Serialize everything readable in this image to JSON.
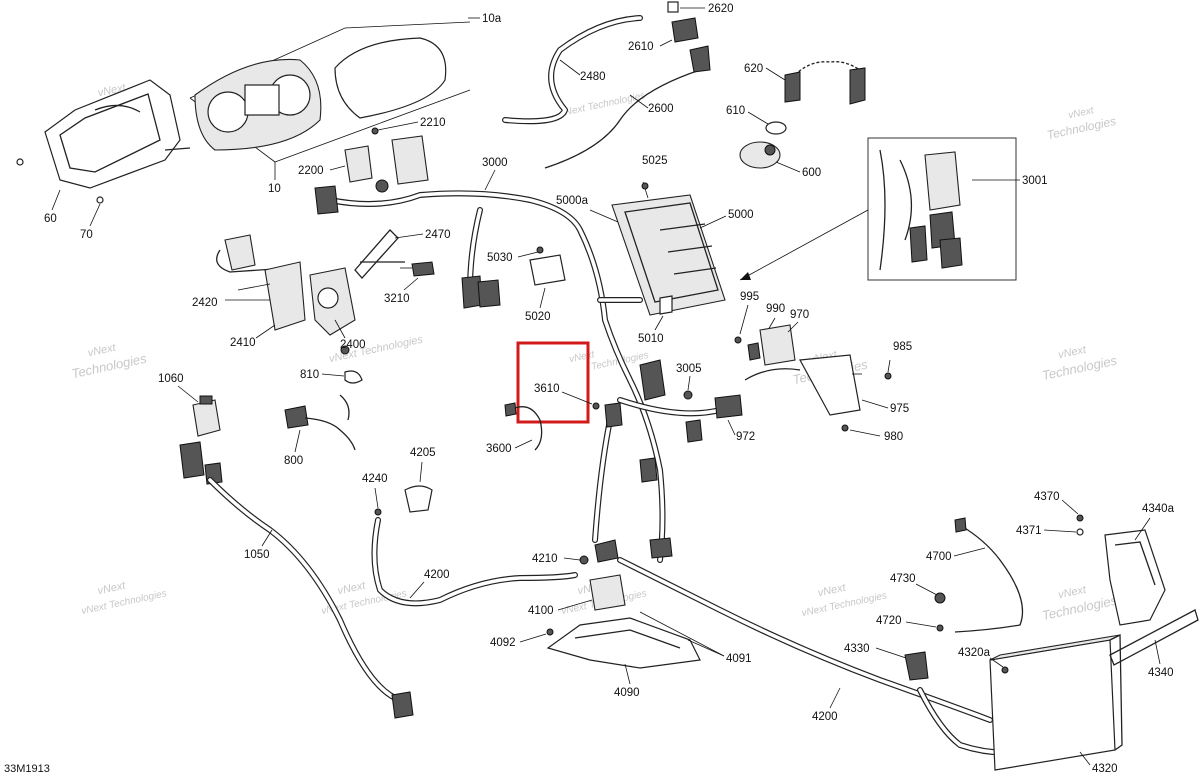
{
  "diagram": {
    "reference_code": "33M1913",
    "watermark": {
      "line1": "vNext",
      "line2": "Technologies",
      "line3": "vNext Technologies"
    },
    "highlight_color": "#d21a1a",
    "highlighted_part": "3610",
    "labels": {
      "p10a": "10a",
      "p10": "10",
      "p60": "60",
      "p70": "70",
      "p2620": "2620",
      "p2610": "2610",
      "p2480": "2480",
      "p2600": "2600",
      "p620": "620",
      "p610": "610",
      "p600": "600",
      "p2210": "2210",
      "p2200": "2200",
      "p3000": "3000",
      "p5025": "5025",
      "p5000a": "5000a",
      "p5000": "5000",
      "p3001": "3001",
      "p2470": "2470",
      "p5030": "5030",
      "p5020": "5020",
      "p5010": "5010",
      "p2420": "2420",
      "p2410": "2410",
      "p2400": "2400",
      "p3210": "3210",
      "p995": "995",
      "p990": "990",
      "p970": "970",
      "p985": "985",
      "p975": "975",
      "p980": "980",
      "p972": "972",
      "p3005": "3005",
      "p3610": "3610",
      "p3600": "3600",
      "p1060": "1060",
      "p810": "810",
      "p800": "800",
      "p4205": "4205",
      "p4240": "4240",
      "p1050": "1050",
      "p4210": "4210",
      "p4200a": "4200",
      "p4100": "4100",
      "p4092": "4092",
      "p4091": "4091",
      "p4090": "4090",
      "p4370": "4370",
      "p4371": "4371",
      "p4340a": "4340a",
      "p4700": "4700",
      "p4730": "4730",
      "p4720": "4720",
      "p4330": "4330",
      "p4320a": "4320a",
      "p4340": "4340",
      "p4200b": "4200",
      "p4320": "4320"
    }
  }
}
